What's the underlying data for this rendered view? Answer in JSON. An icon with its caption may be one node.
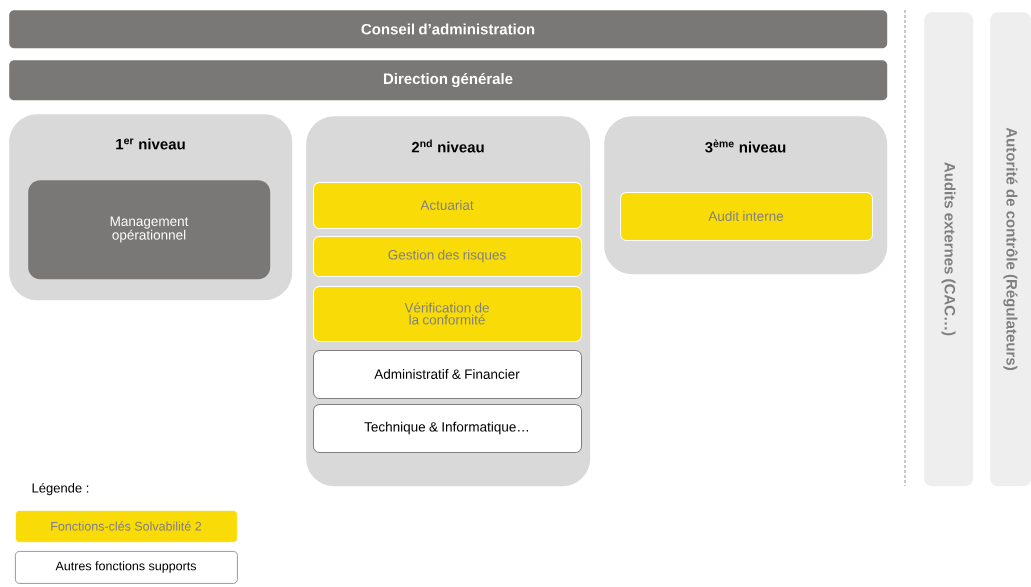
{
  "diagram": {
    "nodes": [
      {
        "text": [
          "Conseil d’administration"
        ]
      },
      {
        "text": [
          "Direction générale"
        ]
      },
      {
        "text": [
          "1$^{er}$ niveau"
        ]
      },
      {
        "text": [
          "Management opérationnel"
        ],
        "in": 2
      },
      {
        "text": [
          "2$^{nd}$ niveau"
        ]
      },
      {
        "text": [
          "Actuariat"
        ],
        "in": 4
      },
      {
        "text": [
          "Gestion des risques"
        ],
        "in": 4
      },
      {
        "text": [
          "Vérification de la conformité"
        ],
        "in": 4
      },
      {
        "text": [
          "Administratif & Financier"
        ],
        "in": 4
      },
      {
        "text": [
          "Technique & Informatique…"
        ],
        "in": 4
      },
      {
        "text": [
          "3$^{ème}$ niveau"
        ]
      },
      {
        "text": [
          "Audit interne"
        ],
        "in": 10
      },
      {
        "text": [
          "Audits externes (CAC…)"
        ]
      },
      {
        "text": [
          "Autorité de contrôle (Régulateurs)"
        ]
      }
    ],
    "labels": [
      "Légende :"
    ],
    "legend": [
      {
        "text": "Fonctions-clés Solvabilité 2",
        "color": "#f9dc07"
      },
      {
        "text": "Autres fonctions supports",
        "color": "#ffffff"
      }
    ]
  }
}
